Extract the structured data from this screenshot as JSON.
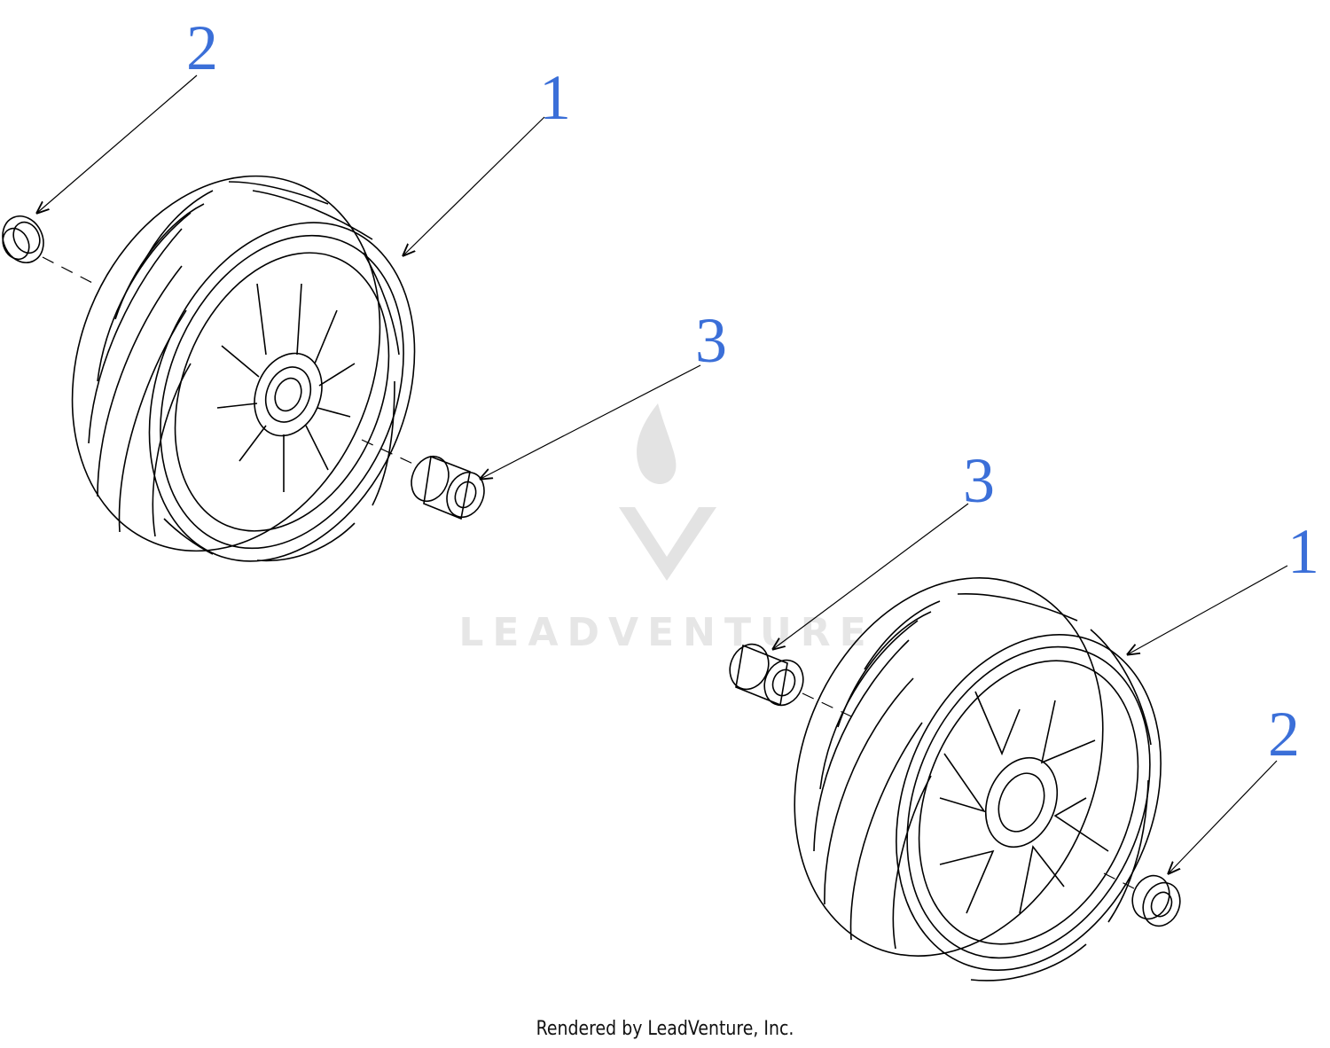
{
  "diagram": {
    "callouts": {
      "left_washer": "2",
      "left_wheel": "1",
      "left_spacer": "3",
      "right_spacer": "3",
      "right_wheel": "1",
      "right_washer": "2"
    },
    "callout_color": "#3b6fd8",
    "watermark": "LEADVENTURE",
    "footer": "Rendered by LeadVenture, Inc."
  }
}
